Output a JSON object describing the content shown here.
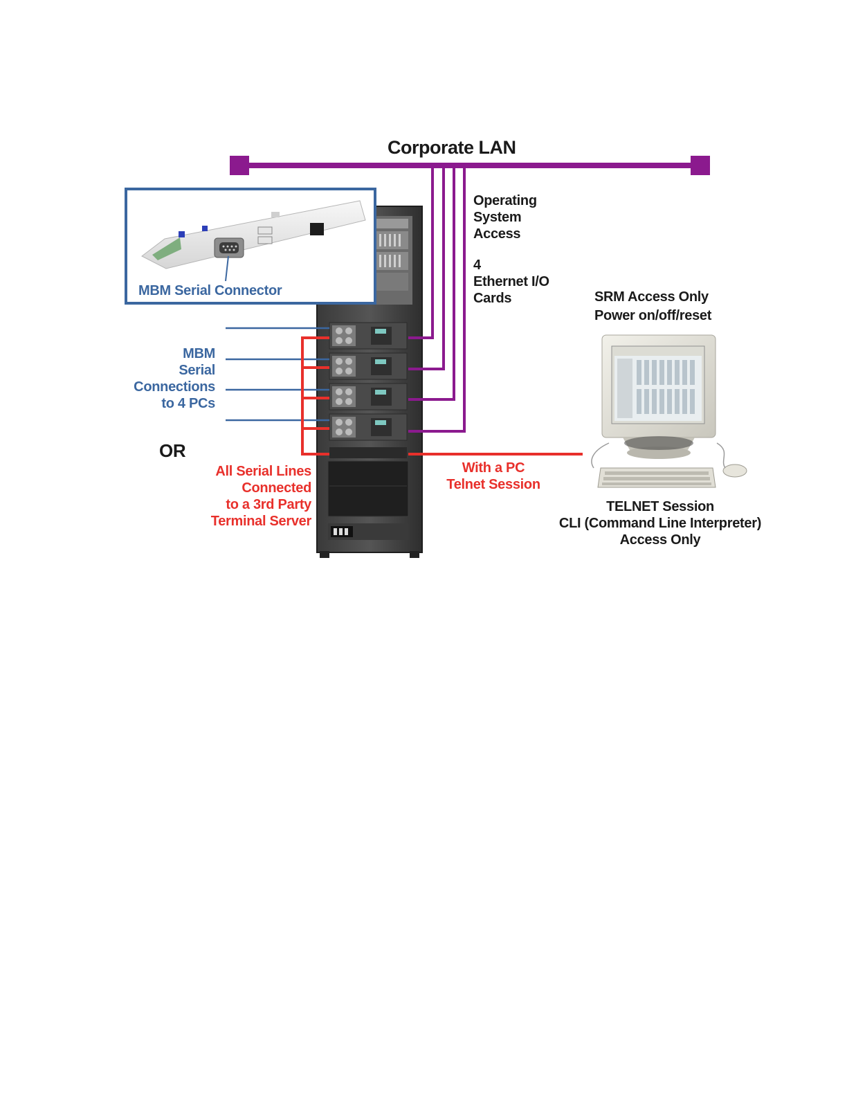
{
  "title": "Corporate LAN",
  "labels": {
    "os_access": [
      "Operating",
      "System",
      "Access"
    ],
    "ethernet_cards": [
      "4",
      "Ethernet I/O",
      "Cards"
    ],
    "srm_access": [
      "SRM Access Only",
      "Power on/off/reset"
    ],
    "mbm_connector": "MBM Serial Connector",
    "mbm_connections": [
      "MBM",
      "Serial",
      "Connections",
      "to 4 PCs"
    ],
    "or": "OR",
    "terminal_server": [
      "All Serial Lines",
      "Connected",
      "to a 3rd Party",
      "Terminal Server"
    ],
    "telnet_pc": [
      "With a PC",
      "Telnet Session"
    ],
    "telnet_cli": [
      "TELNET Session",
      "CLI (Command Line Interpreter)",
      "Access Only"
    ]
  },
  "colors": {
    "lan": "#8b1a8e",
    "serial_blue": "#3b67a0",
    "serial_red": "#e8302b",
    "text": "#1a1a1a"
  }
}
